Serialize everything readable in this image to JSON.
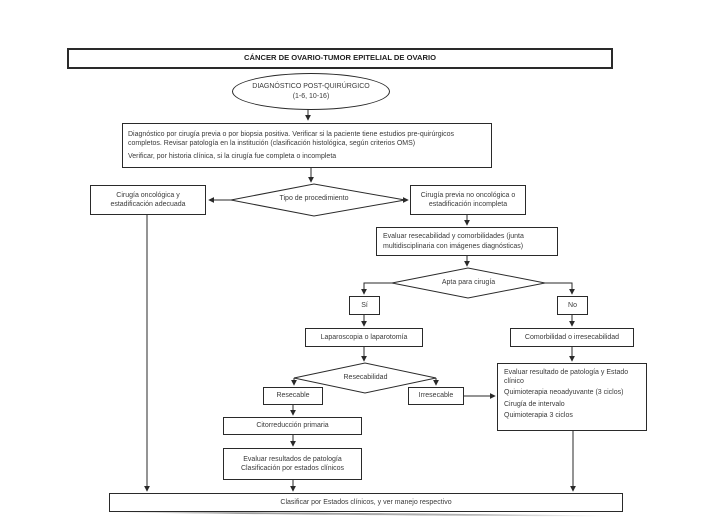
{
  "title": "CÁNCER DE OVARIO-TUMOR EPITELIAL DE OVARIO",
  "nodes": {
    "start": {
      "line1": "DIAGNÓSTICO POST-QUIRÚRGICO",
      "line2": "(1-6, 10-16)"
    },
    "info": {
      "line1": "Diagnóstico por cirugía previa o por biopsia positiva. Verificar si la paciente tiene estudios pre-quirúrgicos completos. Revisar patología en la institución (clasificación histológica, según criterios OMS)",
      "line2": "Verificar, por historia clínica, si la cirugía fue completa o incompleta"
    },
    "decision_tipo": "Tipo de procedimiento",
    "cirugia_oncologica": "Cirugía oncológica y estadificación adecuada",
    "cirugia_previa": "Cirugía previa no oncológica o estadificación incompleta",
    "evaluar_resecabilidad": "Evaluar resecabilidad y comorbilidades (junta multidisciplinaria con imágenes diagnósticas)",
    "decision_apta": "Apta para cirugía",
    "si": "Sí",
    "no": "No",
    "laparoscopia": "Laparoscopia o laparotomía",
    "comorbilidad": "Comorbilidad o irresecabilidad",
    "decision_resecabilidad": "Resecabilidad",
    "resecable": "Resecable",
    "irresecable": "Irresecable",
    "tratamiento": {
      "line1": "Evaluar resultado de patología y Estado clínico",
      "line2": "Quimioterapia neoadyuvante (3 ciclos)",
      "line3": "Cirugía de intervalo",
      "line4": "Quimioterapia 3 ciclos"
    },
    "citorreduccion": "Citorreducción primaria",
    "evaluar_resultados": {
      "line1": "Evaluar resultados de patología",
      "line2": "Clasificación por estados clínicos"
    },
    "clasificar": "Clasificar por Estados clínicos, y ver manejo respectivo"
  },
  "colors": {
    "line": "#2a2a2a",
    "background": "#ffffff",
    "shadow": "#8c8c8c"
  }
}
